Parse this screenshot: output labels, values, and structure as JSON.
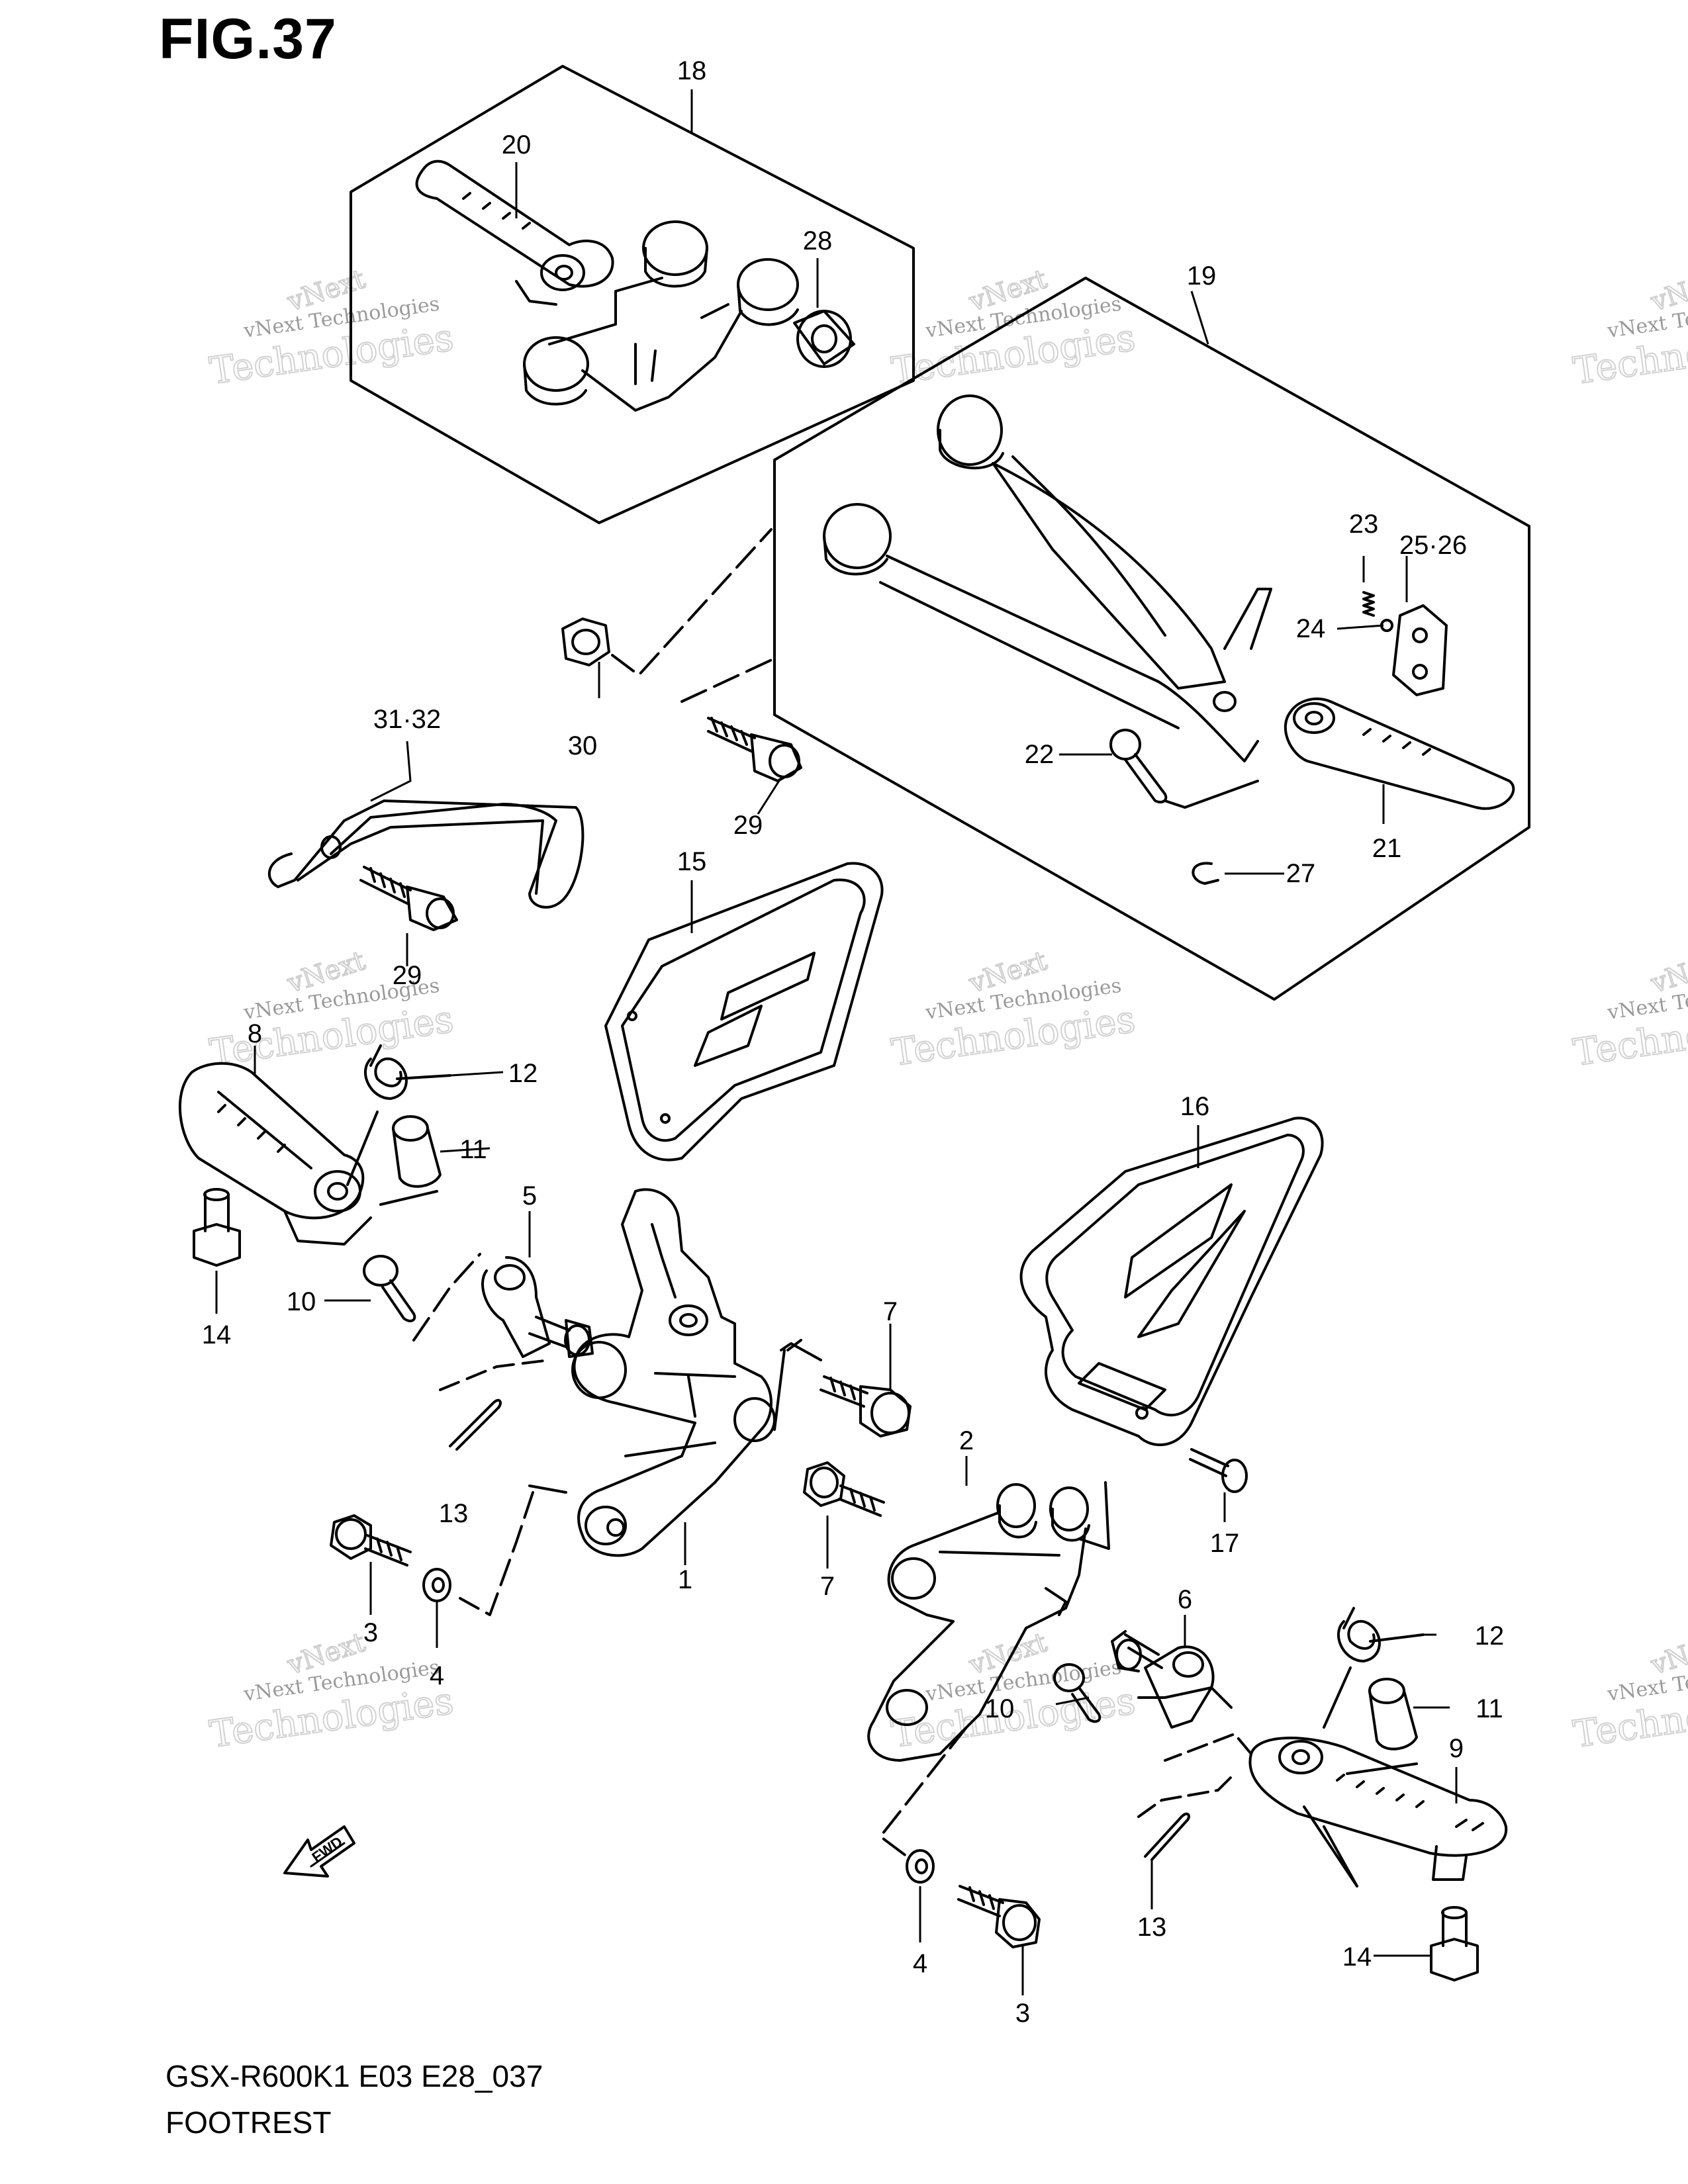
{
  "figure": {
    "title": "FIG.37",
    "model_code": "GSX-R600K1 E03 E28_037",
    "caption": "FOOTREST"
  },
  "watermark": {
    "line1": "vNext",
    "line2": "vNext Technologies",
    "line3": "Technologies"
  },
  "fwd_badge": "FWD",
  "callouts": [
    {
      "id": "c18",
      "label": "18"
    },
    {
      "id": "c20",
      "label": "20"
    },
    {
      "id": "c28",
      "label": "28"
    },
    {
      "id": "c19",
      "label": "19"
    },
    {
      "id": "c23",
      "label": "23"
    },
    {
      "id": "c25_26",
      "label": "25·26"
    },
    {
      "id": "c24",
      "label": "24"
    },
    {
      "id": "c30",
      "label": "30"
    },
    {
      "id": "c22",
      "label": "22"
    },
    {
      "id": "c29a",
      "label": "29"
    },
    {
      "id": "c21",
      "label": "21"
    },
    {
      "id": "c27",
      "label": "27"
    },
    {
      "id": "c31_32",
      "label": "31·32"
    },
    {
      "id": "c29b",
      "label": "29"
    },
    {
      "id": "c15",
      "label": "15"
    },
    {
      "id": "c8",
      "label": "8"
    },
    {
      "id": "c12a",
      "label": "12"
    },
    {
      "id": "c11a",
      "label": "11"
    },
    {
      "id": "c16",
      "label": "16"
    },
    {
      "id": "c5",
      "label": "5"
    },
    {
      "id": "c14a",
      "label": "14"
    },
    {
      "id": "c10a",
      "label": "10"
    },
    {
      "id": "c7a",
      "label": "7"
    },
    {
      "id": "c13a",
      "label": "13"
    },
    {
      "id": "c2",
      "label": "2"
    },
    {
      "id": "c17",
      "label": "17"
    },
    {
      "id": "c1",
      "label": "1"
    },
    {
      "id": "c7b",
      "label": "7"
    },
    {
      "id": "c3a",
      "label": "3"
    },
    {
      "id": "c4a",
      "label": "4"
    },
    {
      "id": "c6",
      "label": "6"
    },
    {
      "id": "c12b",
      "label": "12"
    },
    {
      "id": "c10b",
      "label": "10"
    },
    {
      "id": "c11b",
      "label": "11"
    },
    {
      "id": "c9",
      "label": "9"
    },
    {
      "id": "c13b",
      "label": "13"
    },
    {
      "id": "c4b",
      "label": "4"
    },
    {
      "id": "c14b",
      "label": "14"
    },
    {
      "id": "c3b",
      "label": "3"
    }
  ]
}
